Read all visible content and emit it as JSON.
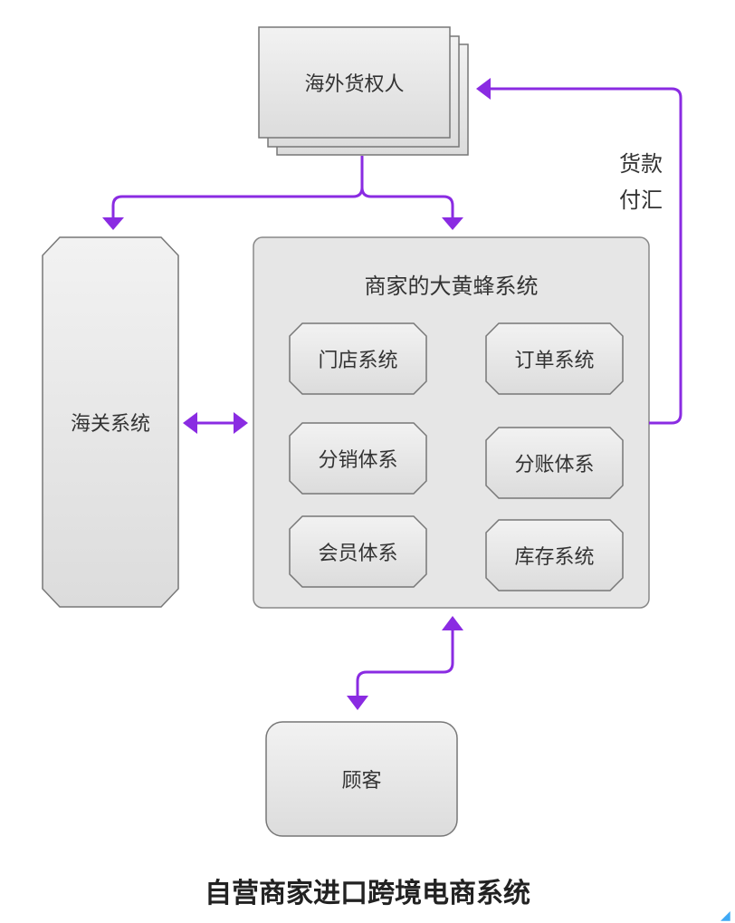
{
  "nodes": {
    "overseas_owner": "海外货权人",
    "customs_system": "海关系统",
    "merchant_system": "商家的大黄蜂系统",
    "store_system": "门店系统",
    "order_system": "订单系统",
    "distribution_system": "分销体系",
    "split_account_system": "分账体系",
    "member_system": "会员体系",
    "inventory_system": "库存系统",
    "customer": "顾客"
  },
  "edges": {
    "payment_label_line1": "货款",
    "payment_label_line2": "付汇"
  },
  "title": "自营商家进口跨境电商系统",
  "colors": {
    "arrow": "#8a2be2",
    "node_fill": "#e6e6e6",
    "node_stroke": "#777777"
  }
}
